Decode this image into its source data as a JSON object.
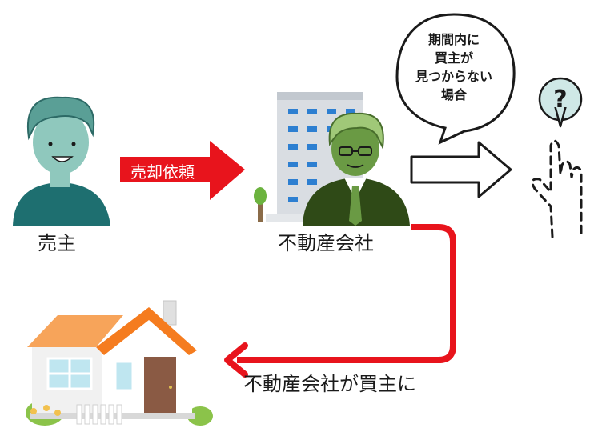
{
  "seller": {
    "label": "売主"
  },
  "request_arrow": {
    "label": "売却依頼",
    "color": "#e8141c"
  },
  "agency": {
    "label": "不動産会社"
  },
  "speech_bubble": {
    "lines": [
      "期間内に",
      "買主が",
      "見つからない",
      "場合"
    ]
  },
  "outcome_arrow": {
    "color": "#e8141c"
  },
  "buyer_label": "不動産会社が買主に",
  "icons": {
    "seller": "person-icon",
    "building": "office-building-icon",
    "agent": "agent-icon",
    "question": "question-hand-icon",
    "house": "house-icon"
  },
  "colors": {
    "seller_skin": "#7fbfb2",
    "agent_green": "#6a9a44",
    "roof_orange": "#f29544"
  }
}
